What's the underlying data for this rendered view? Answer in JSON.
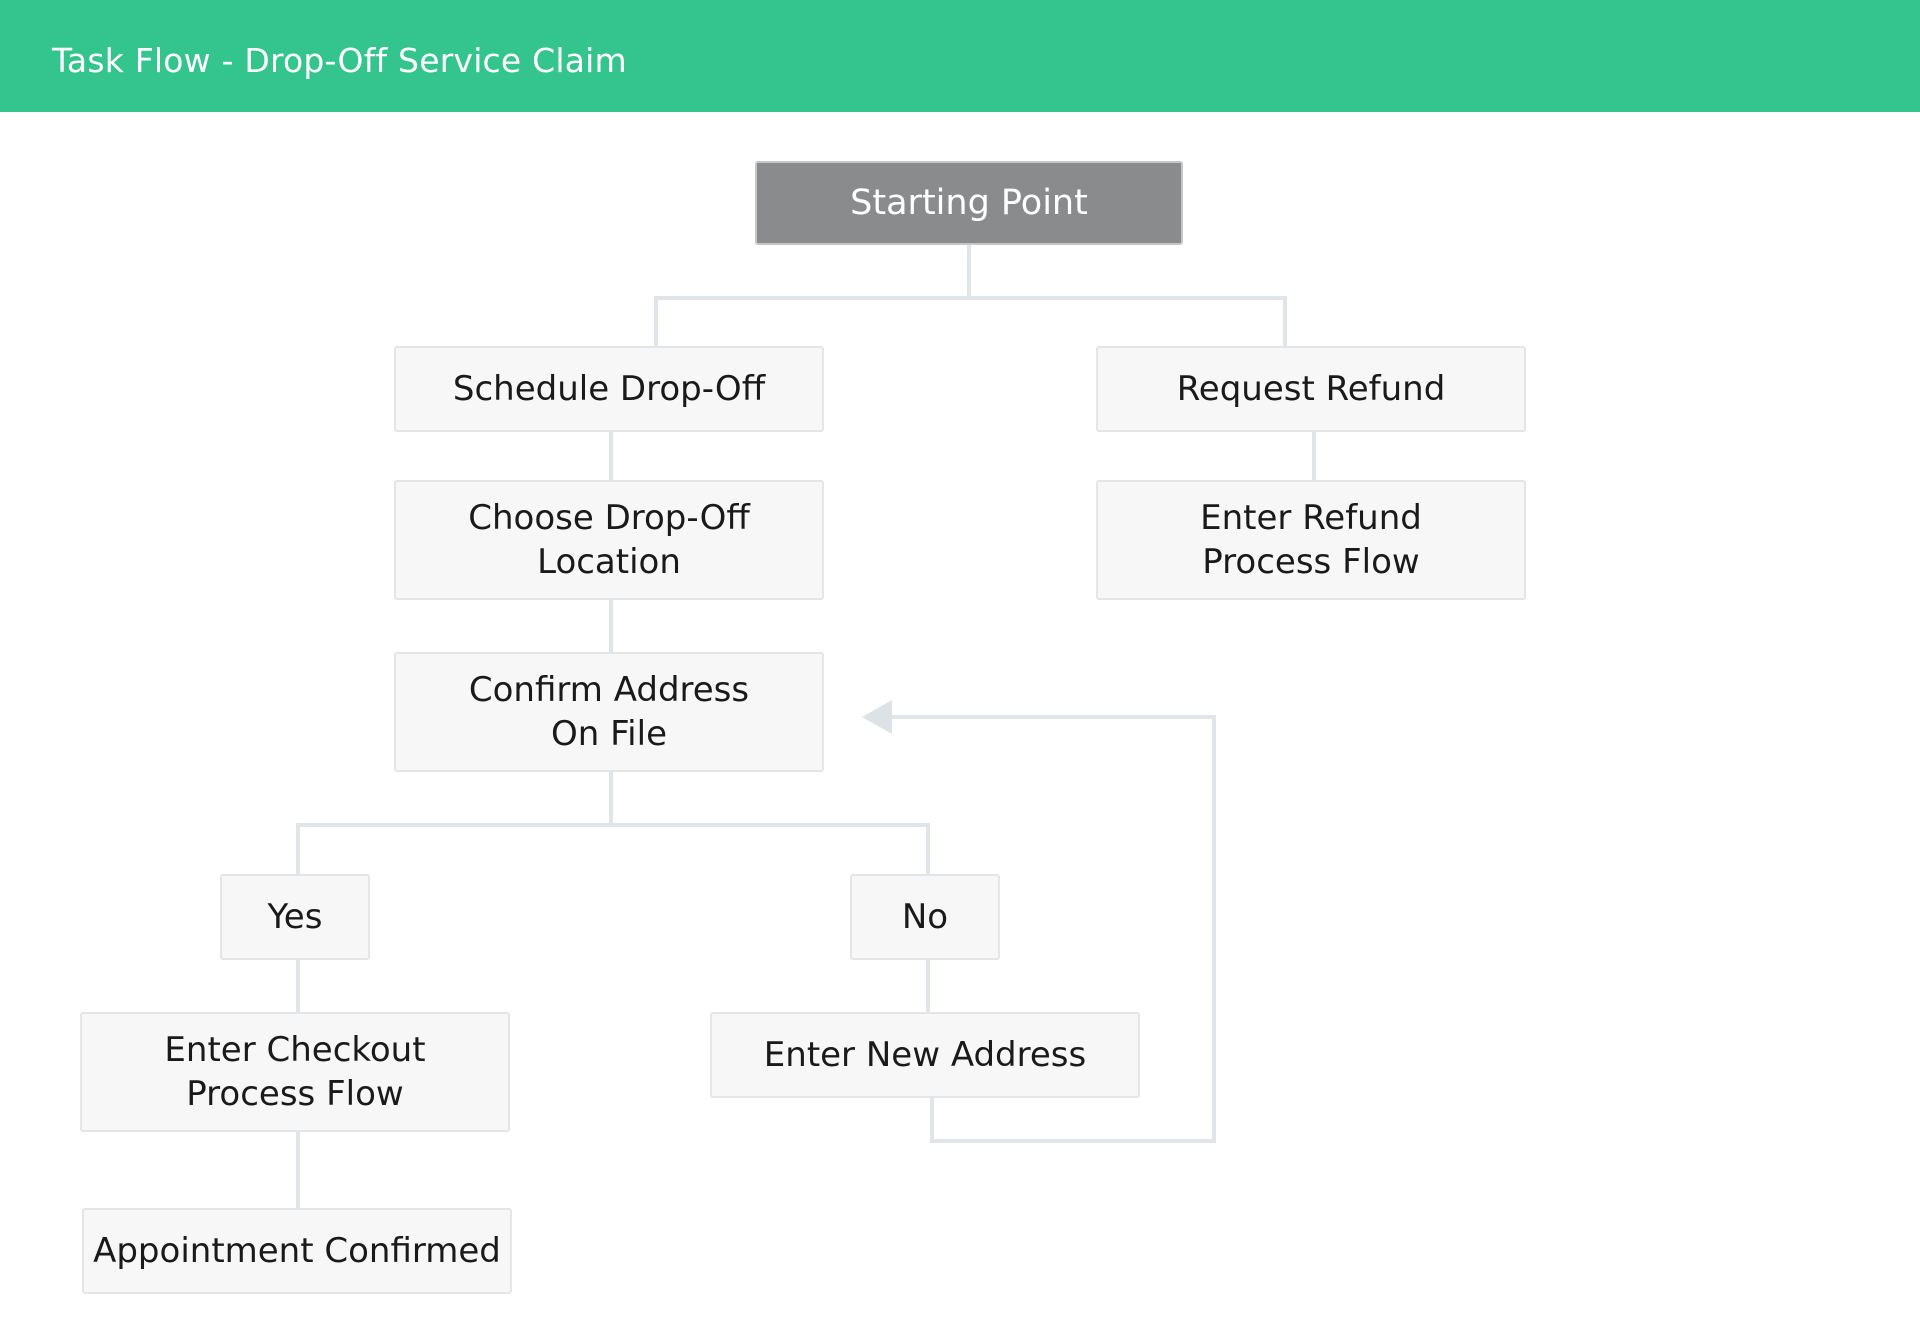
{
  "header": {
    "title": "Task Flow - Drop-Off Service Claim"
  },
  "colors": {
    "header_bg": "#34c58e",
    "start_node_bg": "#8a8b8c",
    "node_bg": "#f7f7f7",
    "connector": "#e0e5e9"
  },
  "diagram": {
    "nodes": {
      "starting_point": "Starting Point",
      "schedule_drop_off": "Schedule Drop-Off",
      "request_refund": "Request Refund",
      "choose_location": "Choose Drop-Off\nLocation",
      "enter_refund_flow": "Enter Refund\nProcess Flow",
      "confirm_address": "Confirm Address\nOn File",
      "yes": "Yes",
      "no": "No",
      "enter_checkout_flow": "Enter Checkout\nProcess Flow",
      "enter_new_address": "Enter New Address",
      "appointment_confirmed": "Appointment Confirmed"
    },
    "edges": [
      [
        "starting_point",
        "schedule_drop_off"
      ],
      [
        "starting_point",
        "request_refund"
      ],
      [
        "schedule_drop_off",
        "choose_location"
      ],
      [
        "request_refund",
        "enter_refund_flow"
      ],
      [
        "choose_location",
        "confirm_address"
      ],
      [
        "confirm_address",
        "yes"
      ],
      [
        "confirm_address",
        "no"
      ],
      [
        "yes",
        "enter_checkout_flow"
      ],
      [
        "no",
        "enter_new_address"
      ],
      [
        "enter_checkout_flow",
        "appointment_confirmed"
      ],
      [
        "enter_new_address",
        "confirm_address"
      ]
    ]
  }
}
